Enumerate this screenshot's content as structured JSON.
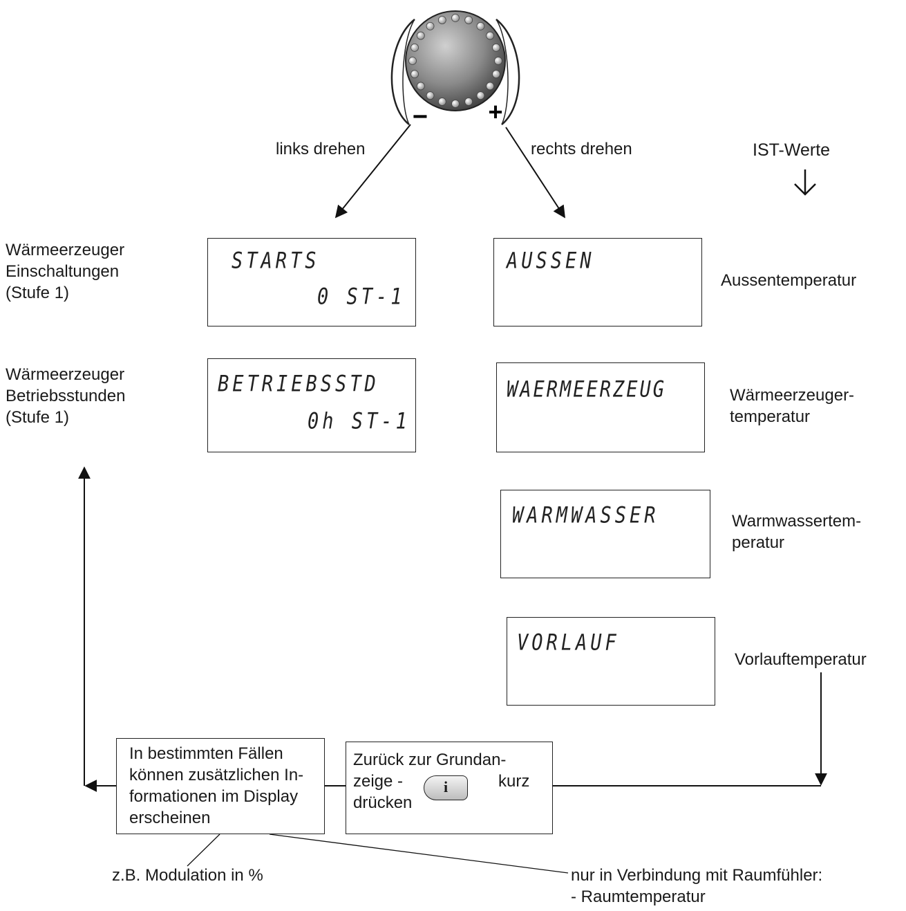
{
  "knob": {
    "minus": "−",
    "plus": "+",
    "left_label": "links drehen",
    "right_label": "rechts drehen"
  },
  "ist_werte": "IST-Werte",
  "left_column": [
    {
      "label_lines": [
        "Wärmeerzeuger",
        "Einschaltungen",
        "(Stufe 1)"
      ],
      "display_line1": "STARTS",
      "display_line2": "0 ST-1"
    },
    {
      "label_lines": [
        "Wärmeerzeuger",
        "Betriebsstunden",
        "(Stufe 1)"
      ],
      "display_line1": "BETRIEBSSTD",
      "display_line2": "0h ST-1"
    }
  ],
  "right_column": [
    {
      "display_line1": "AUSSEN",
      "label_lines": [
        "Aussentemperatur"
      ]
    },
    {
      "display_line1": "WAERMEERZEUG",
      "label_lines": [
        "Wärmeerzeuger-",
        "temperatur"
      ]
    },
    {
      "display_line1": "WARMWASSER",
      "label_lines": [
        "Warmwassertem-",
        "peratur"
      ]
    },
    {
      "display_line1": "VORLAUF",
      "label_lines": [
        "Vorlauftemperatur"
      ]
    }
  ],
  "info_box": {
    "lines": [
      "In bestimmten Fällen",
      "können zusätzlichen In-",
      "formationen im Display",
      "erscheinen"
    ]
  },
  "return_box": {
    "line1": "Zurück zur Grundan-",
    "line2_pre": "zeige -",
    "button_label": "i",
    "line2_post": "kurz",
    "line3": "drücken"
  },
  "notes": {
    "modulation": "z.B. Modulation in %",
    "room_line1": "nur in Verbindung mit Raumfühler:",
    "room_line2": "- Raumtemperatur"
  }
}
